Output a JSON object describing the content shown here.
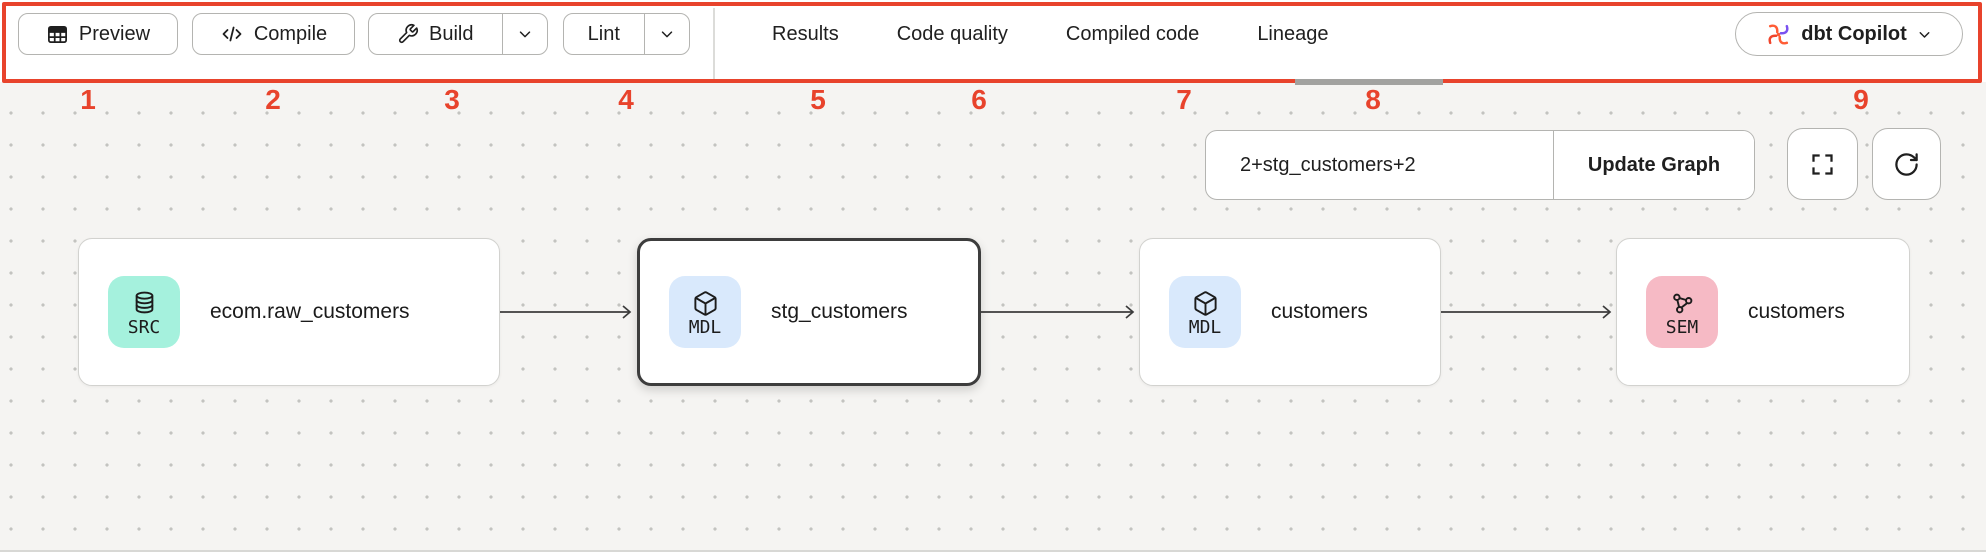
{
  "toolbar": {
    "preview_label": "Preview",
    "compile_label": "Compile",
    "build_label": "Build",
    "lint_label": "Lint"
  },
  "tabs": [
    {
      "label": "Results",
      "active": false
    },
    {
      "label": "Code quality",
      "active": false
    },
    {
      "label": "Compiled code",
      "active": false
    },
    {
      "label": "Lineage",
      "active": true
    }
  ],
  "copilot": {
    "label": "dbt Copilot"
  },
  "annotations": {
    "highlight_color": "#e8432c",
    "numbers": [
      "1",
      "2",
      "3",
      "4",
      "5",
      "6",
      "7",
      "8",
      "9"
    ]
  },
  "lineage_panel": {
    "selector_input_value": "2+stg_customers+2",
    "update_button_label": "Update Graph",
    "nodes": [
      {
        "name": "ecom.raw_customers",
        "badge": "SRC",
        "icon": "database-icon",
        "badge_color": "#a5f1dd",
        "selected": false
      },
      {
        "name": "stg_customers",
        "badge": "MDL",
        "icon": "cube-icon",
        "badge_color": "#d9e9fc",
        "selected": true
      },
      {
        "name": "customers",
        "badge": "MDL",
        "icon": "cube-icon",
        "badge_color": "#d9e9fc",
        "selected": false
      },
      {
        "name": "customers",
        "badge": "SEM",
        "icon": "semantic-model-icon",
        "badge_color": "#f6bac5",
        "selected": false
      }
    ]
  }
}
